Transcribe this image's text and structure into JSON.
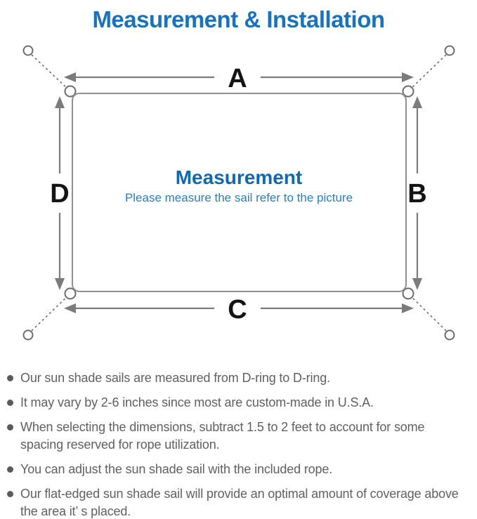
{
  "title": "Measurement & Installation",
  "diagram": {
    "label_a": "A",
    "label_b": "B",
    "label_c": "C",
    "label_d": "D",
    "center_title": "Measurement",
    "center_subtitle": "Please measure the sail refer to the picture"
  },
  "notes": [
    "Our sun shade sails are measured from D-ring to D-ring.",
    "It may vary by 2-6 inches since most are custom-made in U.S.A.",
    "When selecting the dimensions, subtract 1.5 to 2 feet to account for some spacing reserved for rope utilization.",
    "You can adjust the sun shade sail with the included rope.",
    "Our flat-edged sun shade sail will provide an optimal amount of coverage above the area it’ s placed."
  ],
  "colors": {
    "title_blue": "#1a73ba",
    "center_title_blue": "#1068ae",
    "subtitle_blue": "#2d7db6",
    "arrow_gray": "#7b7b7b",
    "outline_gray": "#8f8f8f",
    "ring_gray": "#6d6d6d",
    "text_gray": "#606060"
  }
}
